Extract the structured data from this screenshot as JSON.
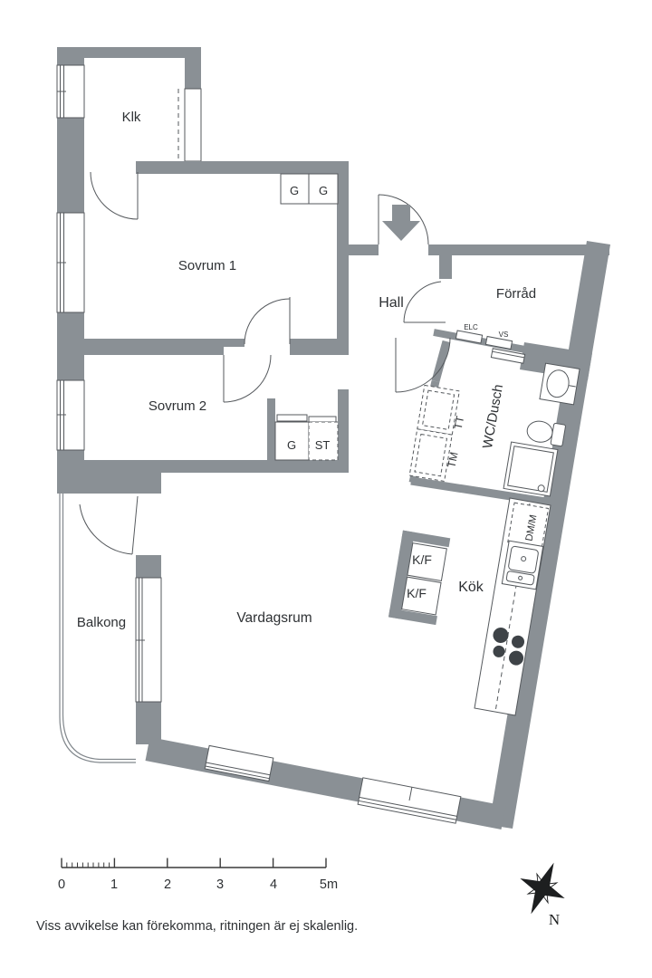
{
  "colors": {
    "wall": "#8A9095",
    "line": "#55595D",
    "text": "#2E3134",
    "dark_fixture": "#3E4347"
  },
  "rooms": {
    "klk": "Klk",
    "sovrum1": "Sovrum 1",
    "sovrum2": "Sovrum 2",
    "hall": "Hall",
    "forrad": "Förråd",
    "wc_dusch": "WC/Dusch",
    "kok": "Kök",
    "vardagsrum": "Vardagsrum",
    "balkong": "Balkong"
  },
  "wardrobes": {
    "g_sovrum1_left": "G",
    "g_sovrum1_right": "G",
    "g_hall": "G",
    "st_hall": "ST"
  },
  "appliances": {
    "tm": "TM",
    "tt": "TT",
    "kf_top": "K/F",
    "kf_bottom": "K/F",
    "dm_m": "DM/M"
  },
  "utilities": {
    "elc": "ELC",
    "vs": "VS"
  },
  "scale_bar": {
    "labels": [
      "0",
      "1",
      "2",
      "3",
      "4",
      "5m"
    ]
  },
  "compass": {
    "north": "N"
  },
  "footer": {
    "disclaimer": "Viss avvikelse kan förekomma, ritningen är ej skalenlig."
  }
}
